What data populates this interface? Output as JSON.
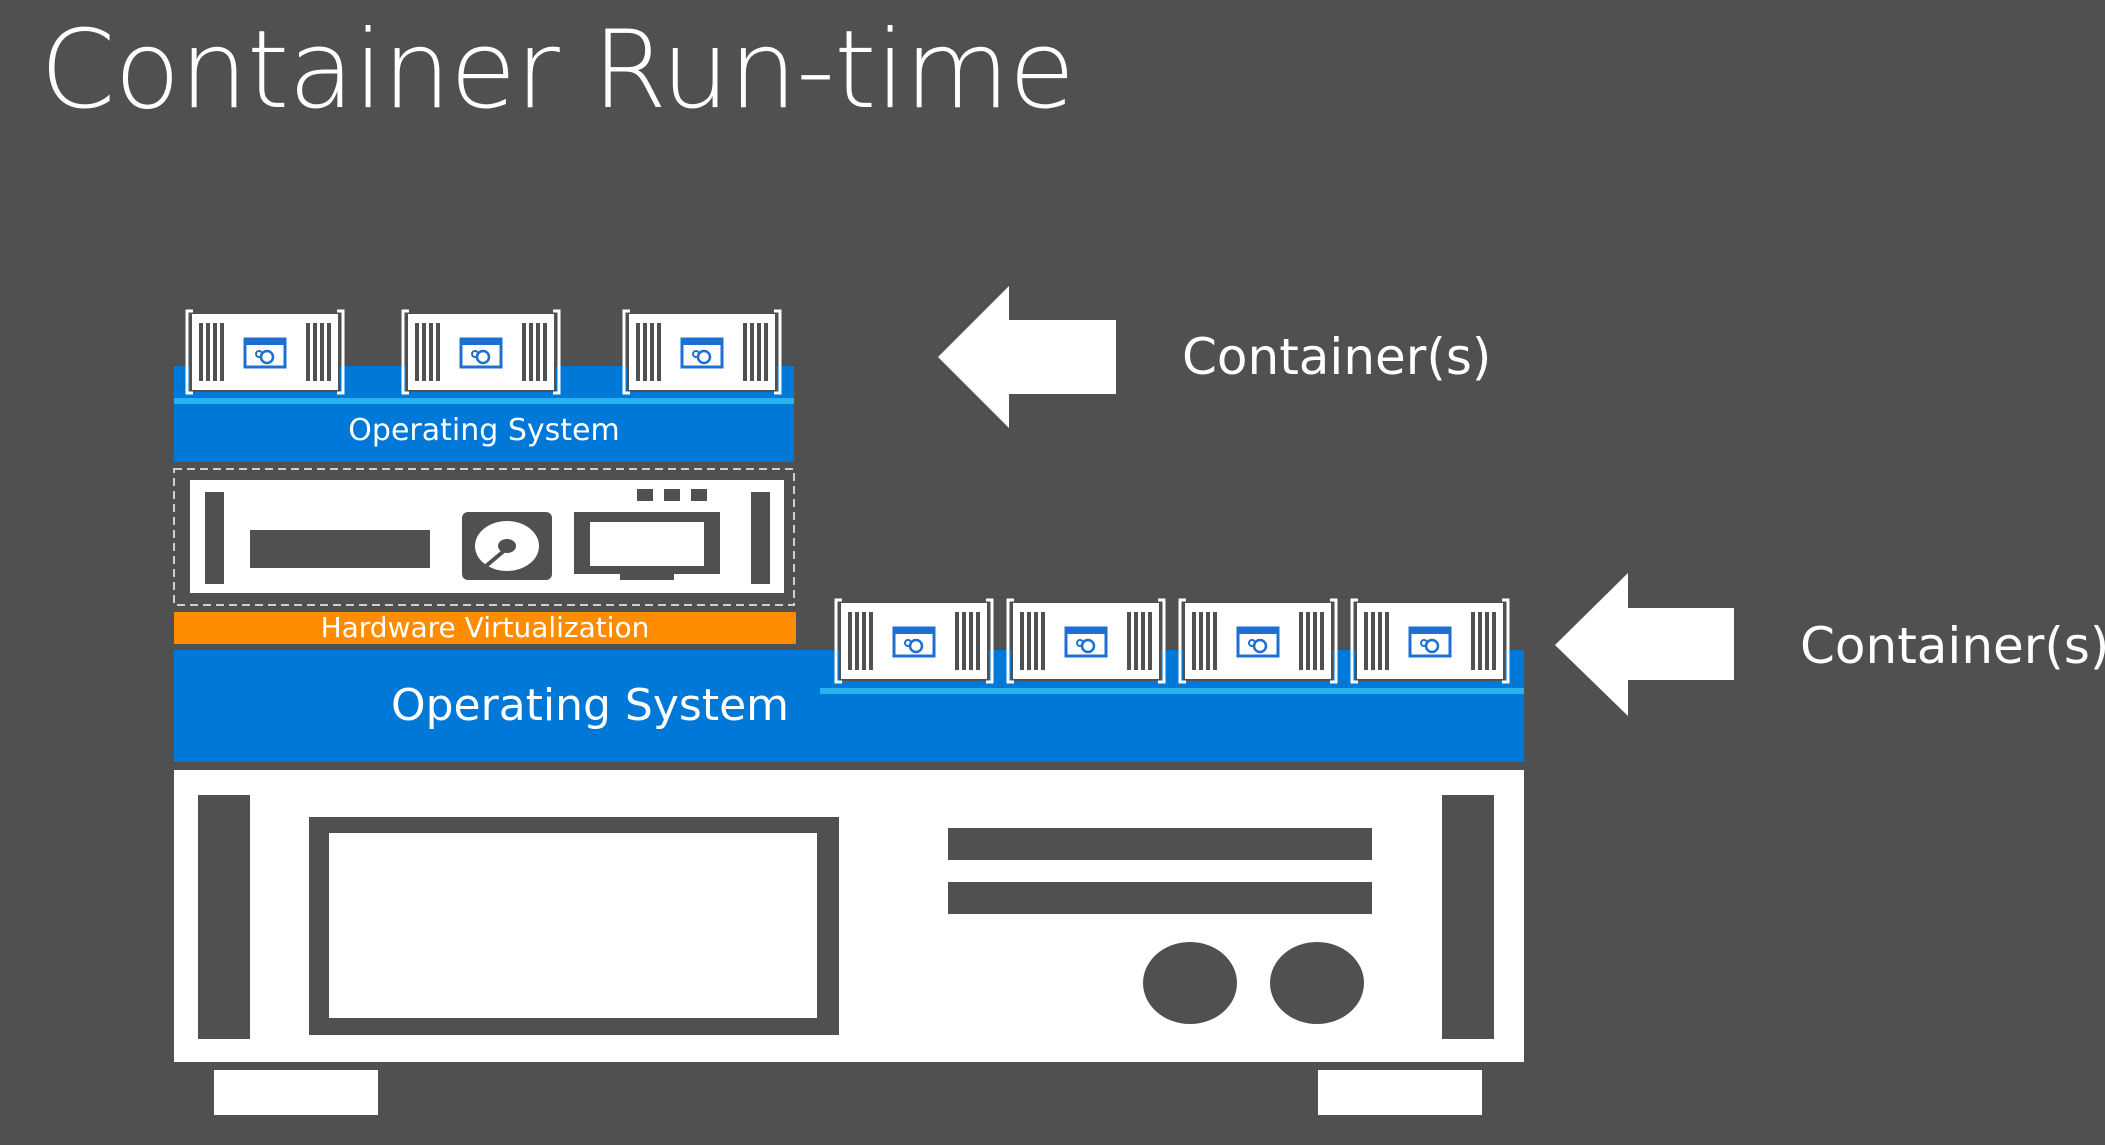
{
  "slide": {
    "title": "Container Run-time"
  },
  "vm_stack": {
    "os_label": "Operating System",
    "virtualization_label": "Hardware Virtualization",
    "container_count": 3
  },
  "host_stack": {
    "os_label": "Operating System",
    "container_count": 4
  },
  "callouts": {
    "upper_label": "Container(s)",
    "lower_label": "Container(s)"
  },
  "colors": {
    "background": "#505050",
    "os_blue": "#0078d7",
    "accent_cyan": "#27b2ee",
    "virtualization_orange": "#ff8c00",
    "hardware_white": "#ffffff",
    "hardware_dark": "#505050",
    "icon_blue": "#1f6fd0"
  }
}
